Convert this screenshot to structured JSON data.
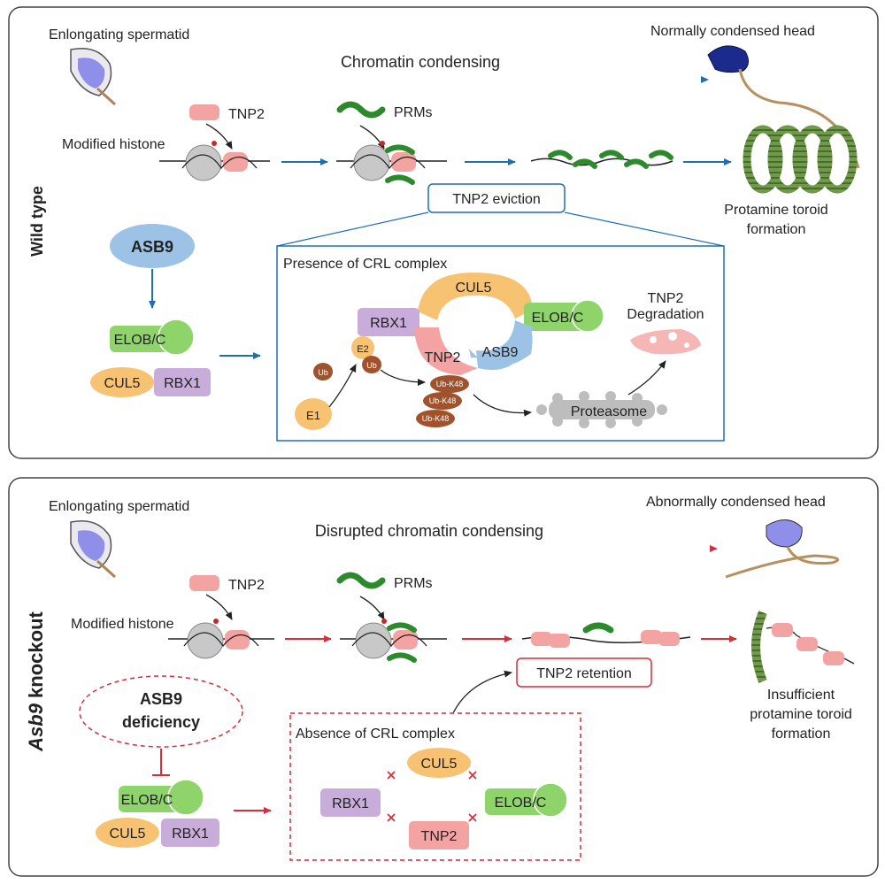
{
  "wild_type": {
    "panel_label": "Wild type",
    "enlongating_spermatid": "Enlongating spermatid",
    "normal_head": "Normally condensed head",
    "chromatin_condensing": "Chromatin condensing",
    "tnp2": "TNP2",
    "prms": "PRMs",
    "modified_histone": "Modified histone",
    "tnp2_eviction": "TNP2 eviction",
    "toroid_line1": "Protamine toroid",
    "toroid_line2": "formation",
    "asb9": "ASB9",
    "elob_c": "ELOB/C",
    "cul5": "CUL5",
    "rbx1": "RBX1",
    "crl_title": "Presence of CRL complex",
    "crl": {
      "cul5": "CUL5",
      "rbx1": "RBX1",
      "elob_c": "ELOB/C",
      "tnp2": "TNP2",
      "asb9": "ASB9",
      "e2": "E2",
      "ub": "Ub",
      "e1": "E1",
      "ub_k48": "Ub-K48",
      "proteasome": "Proteasome",
      "degradation_line1": "TNP2",
      "degradation_line2": "Degradation"
    }
  },
  "knockout": {
    "panel_label_italic": "Asb9",
    "panel_label_rest": " knockout",
    "enlongating_spermatid": "Enlongating spermatid",
    "abnormal_head": "Abnormally condensed head",
    "disrupted": "Disrupted chromatin condensing",
    "tnp2": "TNP2",
    "prms": "PRMs",
    "modified_histone": "Modified histone",
    "tnp2_retention": "TNP2 retention",
    "insufficient_line1": "Insufficient",
    "insufficient_line2": "protamine toroid",
    "insufficient_line3": "formation",
    "asb9_def_line1": "ASB9",
    "asb9_def_line2": "deficiency",
    "elob_c": "ELOB/C",
    "cul5": "CUL5",
    "rbx1": "RBX1",
    "crl_title": "Absence of CRL complex",
    "crl": {
      "cul5": "CUL5",
      "rbx1": "RBX1",
      "elob_c": "ELOB/C",
      "tnp2": "TNP2"
    }
  },
  "colors": {
    "blue_arrow": "#1f6fb0",
    "red_arrow": "#d32f3c",
    "green": "#8fd36b",
    "orange": "#f7c373",
    "purple": "#c8acd9",
    "pink": "#f4a3a3",
    "blue_light": "#9cc3e6",
    "brown": "#a0522d"
  }
}
